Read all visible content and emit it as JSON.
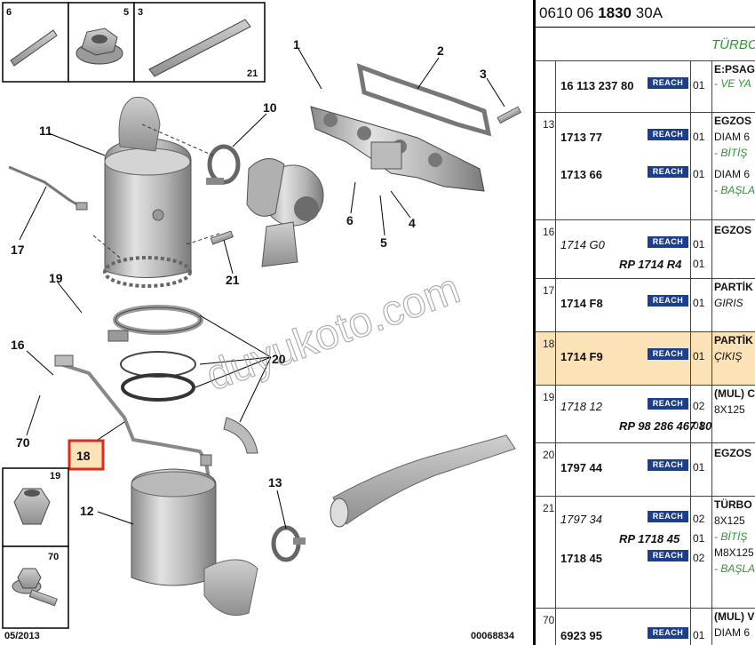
{
  "diagram": {
    "part_labels": [
      "1",
      "2",
      "3",
      "4",
      "5",
      "6",
      "10",
      "11",
      "12",
      "13",
      "16",
      "17",
      "18",
      "19",
      "20",
      "21",
      "70"
    ],
    "inset_labels": [
      "6",
      "5",
      "3",
      "21",
      "19",
      "70"
    ],
    "footer_date": "05/2013",
    "footer_code": "00068834",
    "watermark": "duyukoto.com",
    "highlight_color": "#e0281f"
  },
  "sheet": {
    "code_pre": "0610 06 ",
    "code_bold": "1830",
    "code_post": " 30A",
    "group_title": "TÜRBO"
  },
  "reach_label": "REACH",
  "rows": [
    {
      "idx": "",
      "refs": [
        {
          "text": "16 113 237 80",
          "style": "bold"
        }
      ],
      "qtys": [
        "01"
      ],
      "descs": [
        {
          "text": "E:PSAG",
          "style": "bold"
        },
        {
          "text": "- VE YA",
          "style": "green"
        }
      ]
    },
    {
      "idx": "13",
      "refs": [
        {
          "text": "1713 77",
          "style": "bold"
        },
        {
          "text": "1713 66",
          "style": "bold"
        }
      ],
      "qtys": [
        "01",
        "01"
      ],
      "descs": [
        {
          "text": "EGZOS",
          "style": "bold"
        },
        {
          "text": "DIAM 6",
          "style": ""
        },
        {
          "text": "- BİTİŞ",
          "style": "green"
        },
        {
          "text": "DIAM 6",
          "style": ""
        },
        {
          "text": "- BAŞLA",
          "style": "green"
        }
      ]
    },
    {
      "idx": "16",
      "refs": [
        {
          "text": "1714 G0",
          "style": "italic"
        },
        {
          "text": "RP 1714 R4",
          "style": "rp"
        }
      ],
      "qtys": [
        "01",
        "01"
      ],
      "descs": [
        {
          "text": "EGZOS",
          "style": "bold"
        }
      ]
    },
    {
      "idx": "17",
      "refs": [
        {
          "text": "1714 F8",
          "style": "bold"
        }
      ],
      "qtys": [
        "01"
      ],
      "descs": [
        {
          "text": "PARTİK",
          "style": "bold"
        },
        {
          "text": "GIRIS",
          "style": "italic"
        }
      ]
    },
    {
      "idx": "18",
      "refs": [
        {
          "text": "1714 F9",
          "style": "bold"
        }
      ],
      "qtys": [
        "01"
      ],
      "descs": [
        {
          "text": "PARTİK",
          "style": "bold"
        },
        {
          "text": "ÇIKIŞ",
          "style": "italic"
        }
      ]
    },
    {
      "idx": "19",
      "refs": [
        {
          "text": "1718 12",
          "style": "italic"
        },
        {
          "text": "RP 98 286 467 80",
          "style": "rp"
        }
      ],
      "qtys": [
        "02",
        "01"
      ],
      "descs": [
        {
          "text": "(MUL) C",
          "style": "bold"
        },
        {
          "text": "8X125",
          "style": ""
        }
      ]
    },
    {
      "idx": "20",
      "refs": [
        {
          "text": "1797 44",
          "style": "bold"
        }
      ],
      "qtys": [
        "01"
      ],
      "descs": [
        {
          "text": "EGZOS",
          "style": "bold"
        }
      ]
    },
    {
      "idx": "21",
      "refs": [
        {
          "text": "1797 34",
          "style": "italic"
        },
        {
          "text": "RP 1718 45",
          "style": "rp"
        },
        {
          "text": "1718 45",
          "style": "bold"
        }
      ],
      "qtys": [
        "02",
        "01",
        "02"
      ],
      "descs": [
        {
          "text": "TÜRBO",
          "style": "bold"
        },
        {
          "text": "8X125",
          "style": ""
        },
        {
          "text": "- BİTİŞ",
          "style": "green"
        },
        {
          "text": "M8X125",
          "style": ""
        },
        {
          "text": "- BAŞLA",
          "style": "green"
        }
      ]
    },
    {
      "idx": "70",
      "refs": [
        {
          "text": "6923 95",
          "style": "bold"
        }
      ],
      "qtys": [
        "01"
      ],
      "descs": [
        {
          "text": "(MUL) V",
          "style": "bold"
        },
        {
          "text": "DIAM 6",
          "style": ""
        }
      ]
    }
  ]
}
